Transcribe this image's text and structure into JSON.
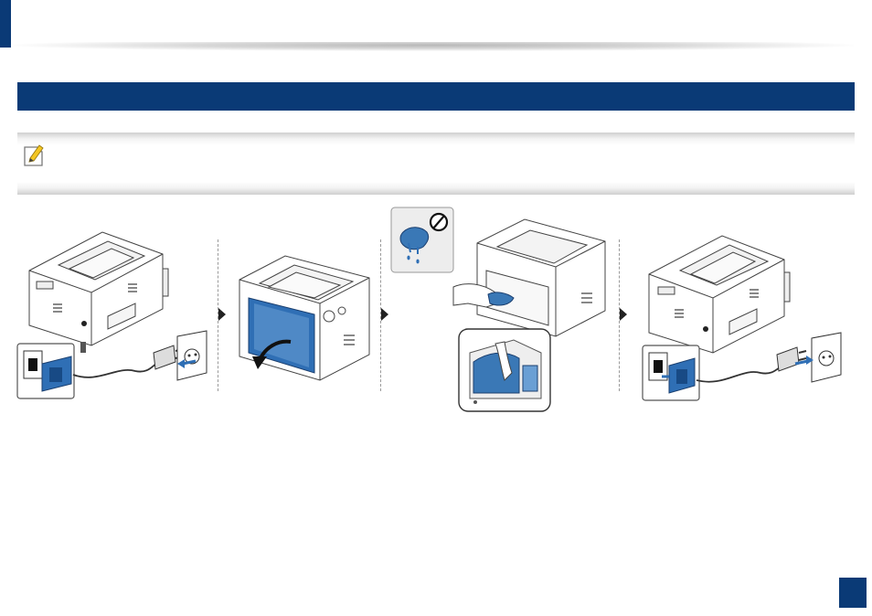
{
  "theme": {
    "brand": "#0a3a76",
    "accent_blue": "#2f6fb5",
    "cloth_blue": "#3a78b6"
  },
  "header": {
    "section_title": ""
  },
  "note": {
    "text": "",
    "icon": "pencil-note-icon"
  },
  "steps": [
    {
      "id": "unplug-power-cord",
      "icon": "unplug-power-cord-icon"
    },
    {
      "id": "open-front-cover",
      "icon": "open-front-cover-icon"
    },
    {
      "id": "wipe-interior",
      "icon": "wipe-interior-icon",
      "warning_icon": "no-wet-cloth-icon"
    },
    {
      "id": "reconnect-power-cord",
      "icon": "plug-in-power-cord-icon"
    }
  ],
  "footer": {
    "page_number": ""
  }
}
